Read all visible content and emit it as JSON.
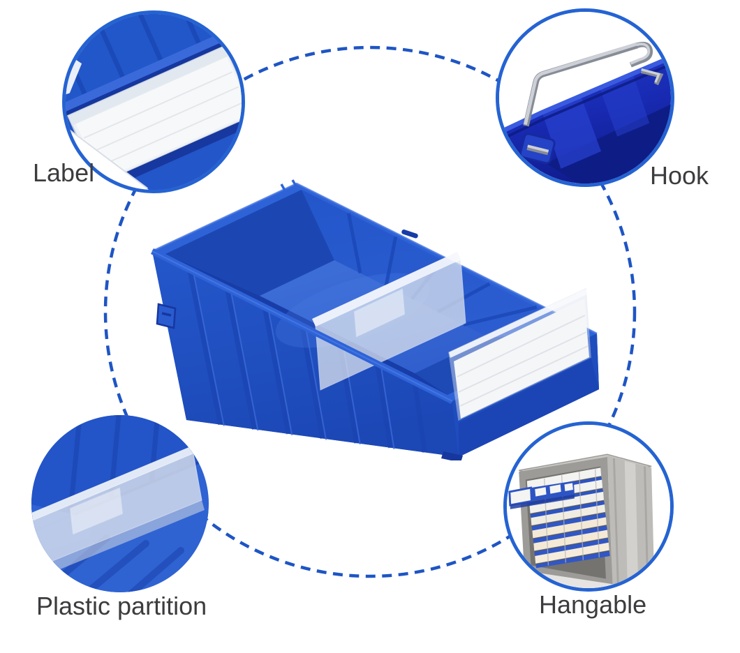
{
  "page": {
    "background": "#ffffff"
  },
  "captions": {
    "top_left": "Label",
    "top_right": "Hook",
    "bottom_left": "Plastic partition",
    "bottom_right": "Hangable"
  },
  "illustrations": {
    "center": "blue-divider-storage-bin",
    "top_left": "label-holder-closeup",
    "top_right": "metal-hanging-hook-closeup",
    "bottom_left": "clear-plastic-partition-closeup",
    "bottom_right": "bins-hanging-in-cabinet-rack"
  },
  "colors": {
    "accent_blue": "#1e55c4",
    "bin_blue": "#2457cb",
    "bin_dark_blue": "#1b2fb6",
    "partition_translucent": "#e4eaf2",
    "label_white": "#f6f7f8",
    "cabinet_gray": "#b2b1ad",
    "caption_text": "#3c3c3e"
  }
}
